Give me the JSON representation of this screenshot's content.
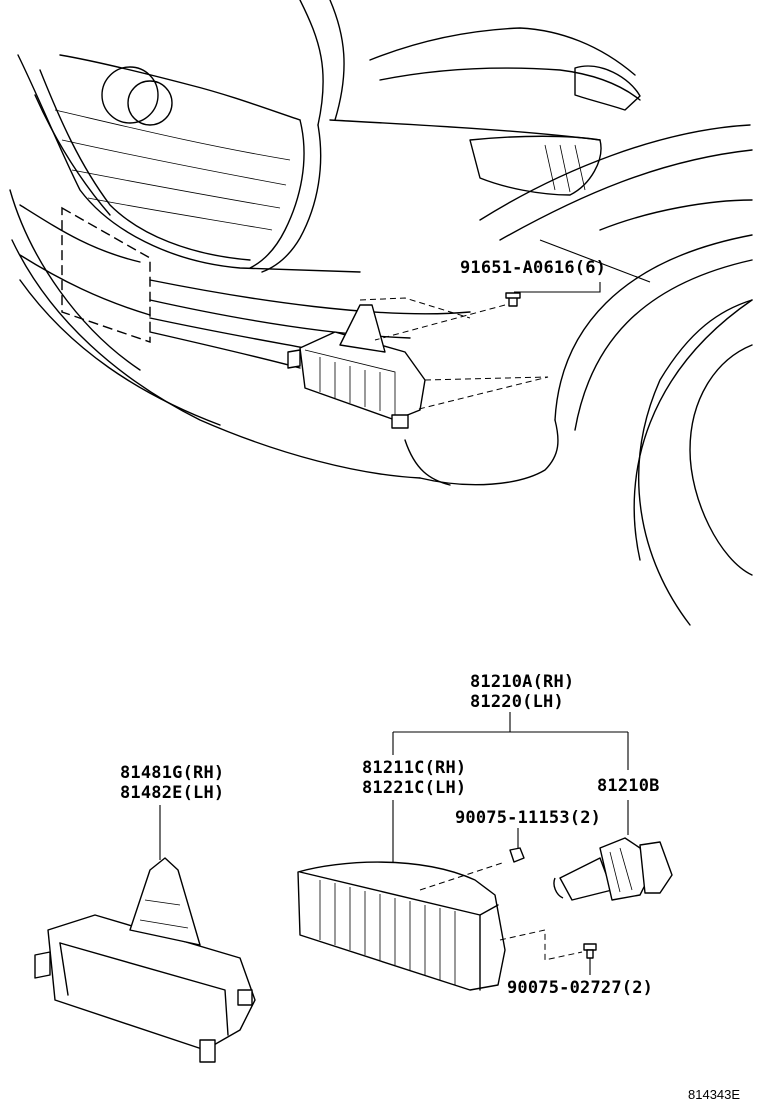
{
  "parts": {
    "bolt_top": "91651-A0616(6)",
    "fog_assy_rh": "81210A(RH)",
    "fog_assy_lh": "81220(LH)",
    "lens_rh": "81211C(RH)",
    "lens_lh": "81221C(LH)",
    "bulb": "81210B",
    "nut": "90075-11153(2)",
    "screw": "90075-02727(2)",
    "bracket_rh": "81481G(RH)",
    "bracket_lh": "81482E(LH)"
  },
  "diagram_code": "814343E"
}
